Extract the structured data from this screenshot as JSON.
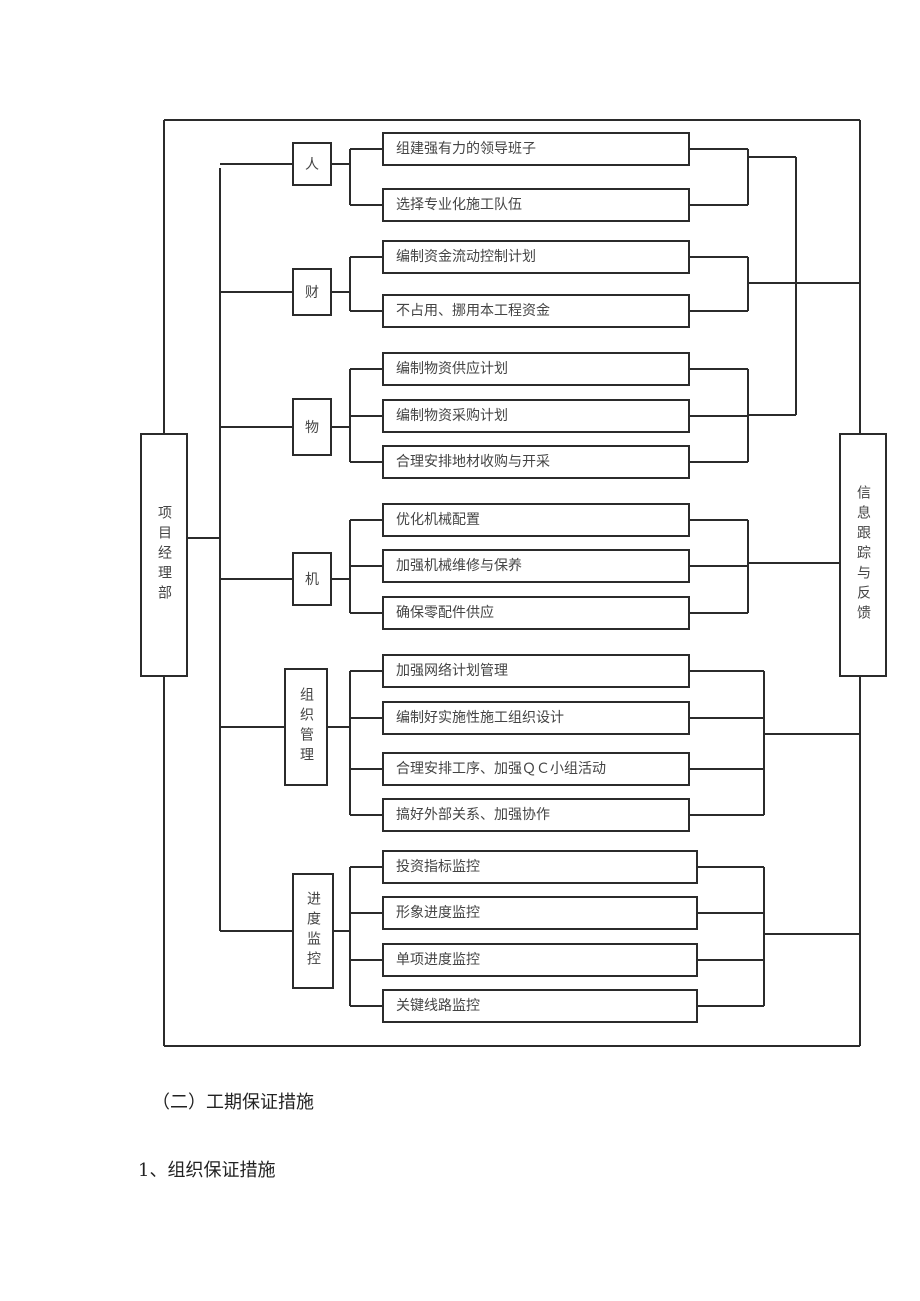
{
  "left_box": "项目经理部",
  "right_box": "信息跟踪与反馈",
  "groups": [
    {
      "category": "人",
      "items": [
        "组建强有力的领导班子",
        "选择专业化施工队伍"
      ]
    },
    {
      "category": "财",
      "items": [
        "编制资金流动控制计划",
        "不占用、挪用本工程资金"
      ]
    },
    {
      "category": "物",
      "items": [
        "编制物资供应计划",
        "编制物资采购计划",
        "合理安排地材收购与开采"
      ]
    },
    {
      "category": "机",
      "items": [
        "优化机械配置",
        "加强机械维修与保养",
        "确保零配件供应"
      ]
    },
    {
      "category": "组织管理",
      "items": [
        "加强网络计划管理",
        "编制好实施性施工组织设计",
        "合理安排工序、加强ＱＣ小组活动",
        "搞好外部关系、加强协作"
      ]
    },
    {
      "category": "进度监控",
      "items": [
        "投资指标监控",
        "形象进度监控",
        "单项进度监控",
        "关键线路监控"
      ]
    }
  ],
  "section_heading": "（二）工期保证措施",
  "subsection_heading": "1、组织保证措施"
}
